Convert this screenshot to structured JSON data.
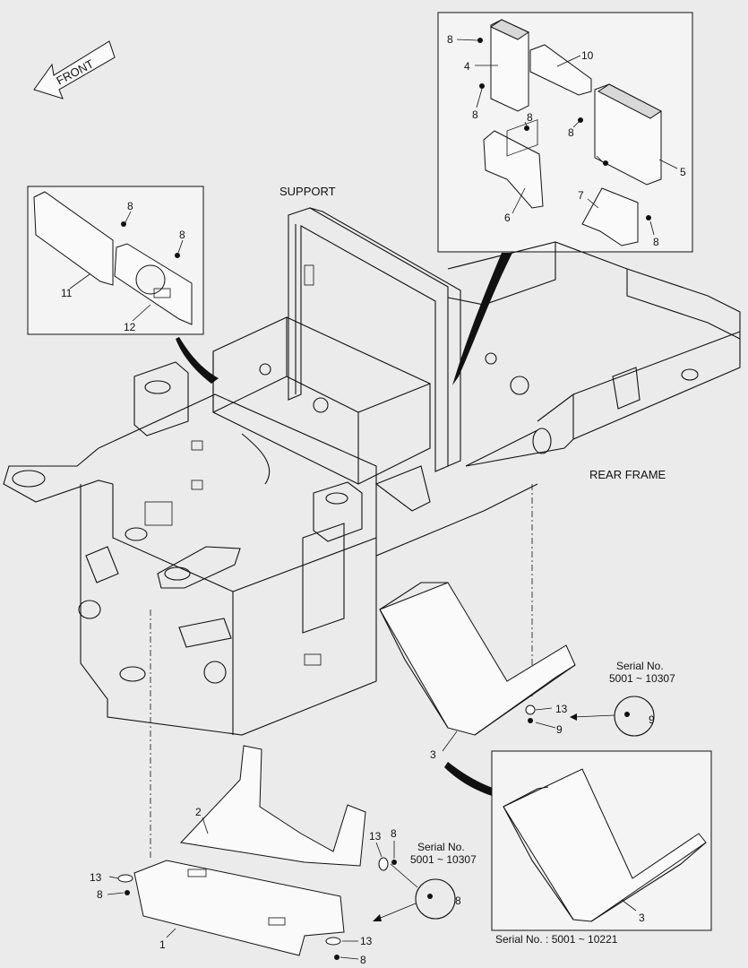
{
  "direction": "FRONT",
  "sections": {
    "support": "SUPPORT",
    "rear_frame": "REAR FRAME"
  },
  "serial_notes": {
    "right": [
      "Serial No.",
      "5001 ~ 10307"
    ],
    "bottom": [
      "Serial No.",
      "5001 ~ 10307"
    ],
    "detail_box": "Serial No. : 5001 ~ 10221"
  },
  "callouts": {
    "top_right": [
      "8",
      "4",
      "8",
      "10",
      "8",
      "8",
      "5",
      "6",
      "7",
      "8"
    ],
    "top_left": [
      "8",
      "8",
      "11",
      "12"
    ],
    "lower_right": [
      "13",
      "9",
      "3",
      "9"
    ],
    "detail": [
      "3"
    ],
    "lower_left": [
      "2",
      "13",
      "8",
      "13",
      "8",
      "8",
      "13",
      "8",
      "1"
    ]
  },
  "colors": {
    "background": "#ebebeb",
    "line": "#111111",
    "part_fill": "#fafafa"
  }
}
